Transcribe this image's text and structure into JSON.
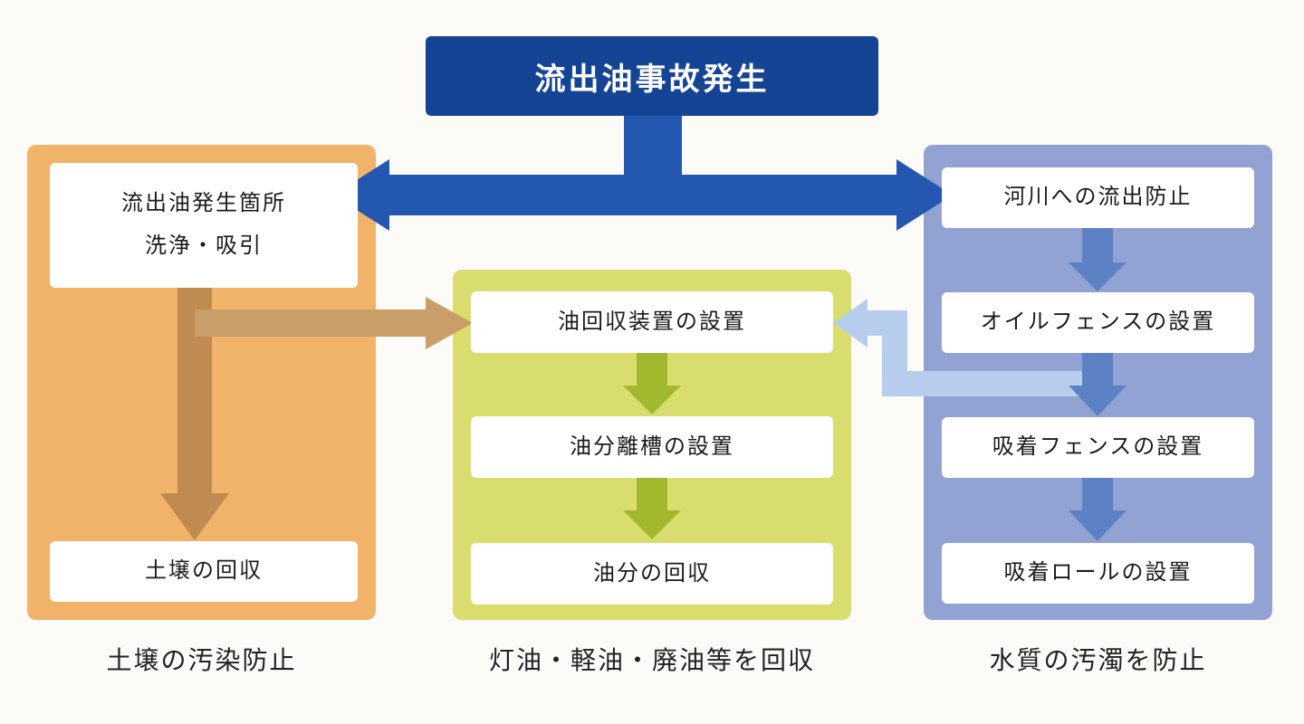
{
  "title": "流出油事故発生",
  "panels": {
    "soil": {
      "box_source_line1": "流出油発生箇所",
      "box_source_line2": "洗浄・吸引",
      "box_collect": "土壌の回収",
      "caption": "土壌の汚染防止"
    },
    "oil": {
      "box_recovery_device": "油回収装置の設置",
      "box_separator": "油分離槽の設置",
      "box_collect": "油分の回収",
      "caption": "灯油・軽油・廃油等を回収"
    },
    "water": {
      "box_prevent_outflow": "河川への流出防止",
      "box_oil_fence": "オイルフェンスの設置",
      "box_absorb_fence": "吸着フェンスの設置",
      "box_absorb_roll": "吸着ロールの設置",
      "caption": "水質の汚濁を防止"
    }
  },
  "colors": {
    "title_bg": "#164494",
    "main_arrow": "#2457b0",
    "soil_panel": "#f1b269",
    "soil_arrow": "#c08b50",
    "soil_cross_arrow": "#c99e68",
    "oil_panel": "#d9dd6d",
    "oil_arrow": "#a2b92f",
    "water_panel": "#92a2d2",
    "water_arrow": "#5d81c5",
    "water_cross_arrow": "#b7cdee"
  }
}
